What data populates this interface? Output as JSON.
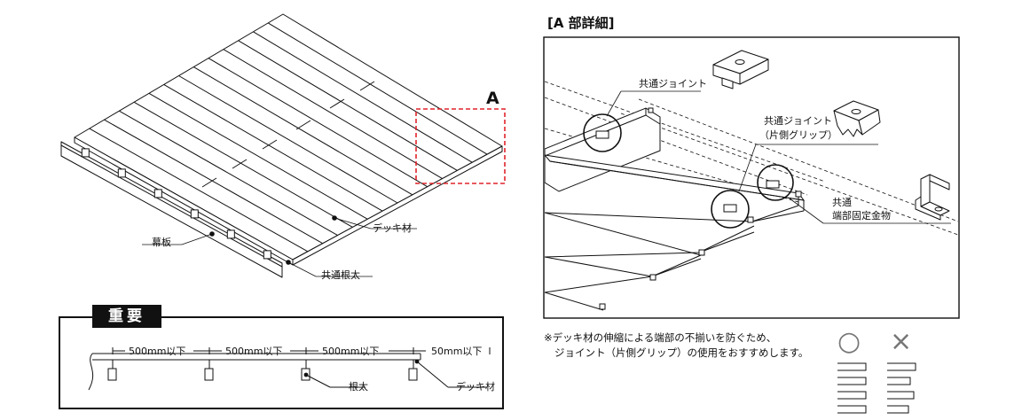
{
  "overview": {
    "marker": "A",
    "labels": {
      "deck_board": "デッキ材",
      "skirt_board": "幕板",
      "joist": "共通根太"
    }
  },
  "detail": {
    "title": "[A 部詳細]",
    "labels": {
      "joint": "共通ジョイント",
      "joint_grip_1": "共通ジョイント",
      "joint_grip_2": "（片側グリップ）",
      "end_fix_1": "共通",
      "end_fix_2": "端部固定金物"
    }
  },
  "important": {
    "badge": "重要",
    "spacings": [
      "500mm以下",
      "500mm以下",
      "500mm以下",
      "50mm以下"
    ],
    "joist_label": "根太",
    "deck_label": "デッキ材"
  },
  "note": {
    "line1": "※デッキ材の伸縮による端部の不揃いを防ぐため、",
    "line2": "ジョイント（片側グリップ）の使用をおすすめします。"
  },
  "comparison": {
    "good_mark": "○",
    "bad_mark": "×"
  },
  "colors": {
    "line": "#111111",
    "callout_dashed": "#e0242b",
    "badge_bg": "#111111",
    "mark_gray": "#777777"
  }
}
